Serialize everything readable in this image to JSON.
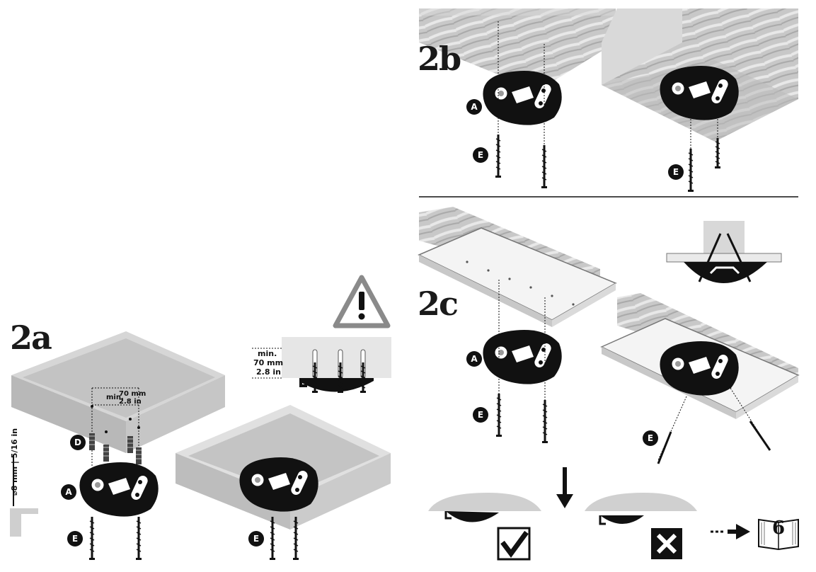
{
  "steps": {
    "a": "2a",
    "b": "2b",
    "c": "2c"
  },
  "callouts": {
    "A": "A",
    "D": "D",
    "E": "E"
  },
  "dimensions": {
    "min_label": "min.",
    "mm": "70 mm",
    "inch": "2.8 in",
    "drill": "⌀8 mm | 5/16 in"
  },
  "page_ref": "6",
  "icons": [
    "warning-triangle-icon",
    "check-mark-icon",
    "cross-mark-icon",
    "book-icon",
    "arrow-right-icon",
    "arrow-down-icon"
  ],
  "colors": {
    "ink": "#111111",
    "slab_top": "#e2e2e2",
    "slab_side": "#c9c9c9",
    "wood": "#bdbdbd",
    "warning_gray": "#8a8a8a"
  }
}
